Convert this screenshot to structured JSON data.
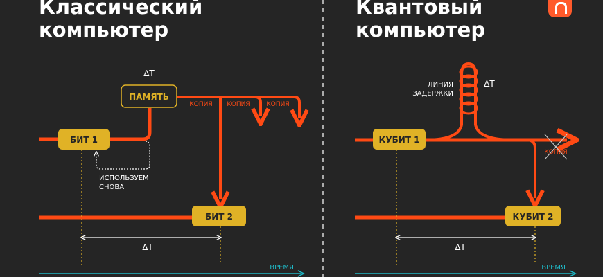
{
  "left_panel": {
    "title": "Классический\nкомпьютер",
    "memory_label": "ПАМЯТЬ",
    "delta_top": "∆T",
    "bit1_label": "БИТ 1",
    "bit2_label": "БИТ 2",
    "copy_labels": [
      "КОПИЯ",
      "КОПИЯ",
      "КОПИЯ"
    ],
    "reuse_lines": [
      "ИСПОЛЬЗУЕМ",
      "СНОВА"
    ],
    "delta_bottom": "∆T",
    "time_label": "ВРЕМЯ"
  },
  "right_panel": {
    "title": "Квантовый\nкомпьютер",
    "delay_lines": [
      "ЛИНИЯ",
      "ЗАДЕРЖКИ"
    ],
    "delta_top": "∆T",
    "qubit1_label": "КУБИТ 1",
    "qubit2_label": "КУБИТ 2",
    "copy_label": "КОПИЯ",
    "delta_bottom": "∆T",
    "time_label": "ВРЕМЯ"
  },
  "colors": {
    "background": "#252525",
    "wire": "#ff4a14",
    "box_fill": "#e0b226",
    "box_text": "#252525",
    "text": "#ffffff",
    "copy_text": "#ff4a14",
    "time_axis": "#1fb9c7",
    "divider": "#d8d8d8",
    "logo": "#ff5a2b"
  },
  "icons": {
    "logo": "habr-logo-icon",
    "crossed_copy": "cross-icon"
  }
}
